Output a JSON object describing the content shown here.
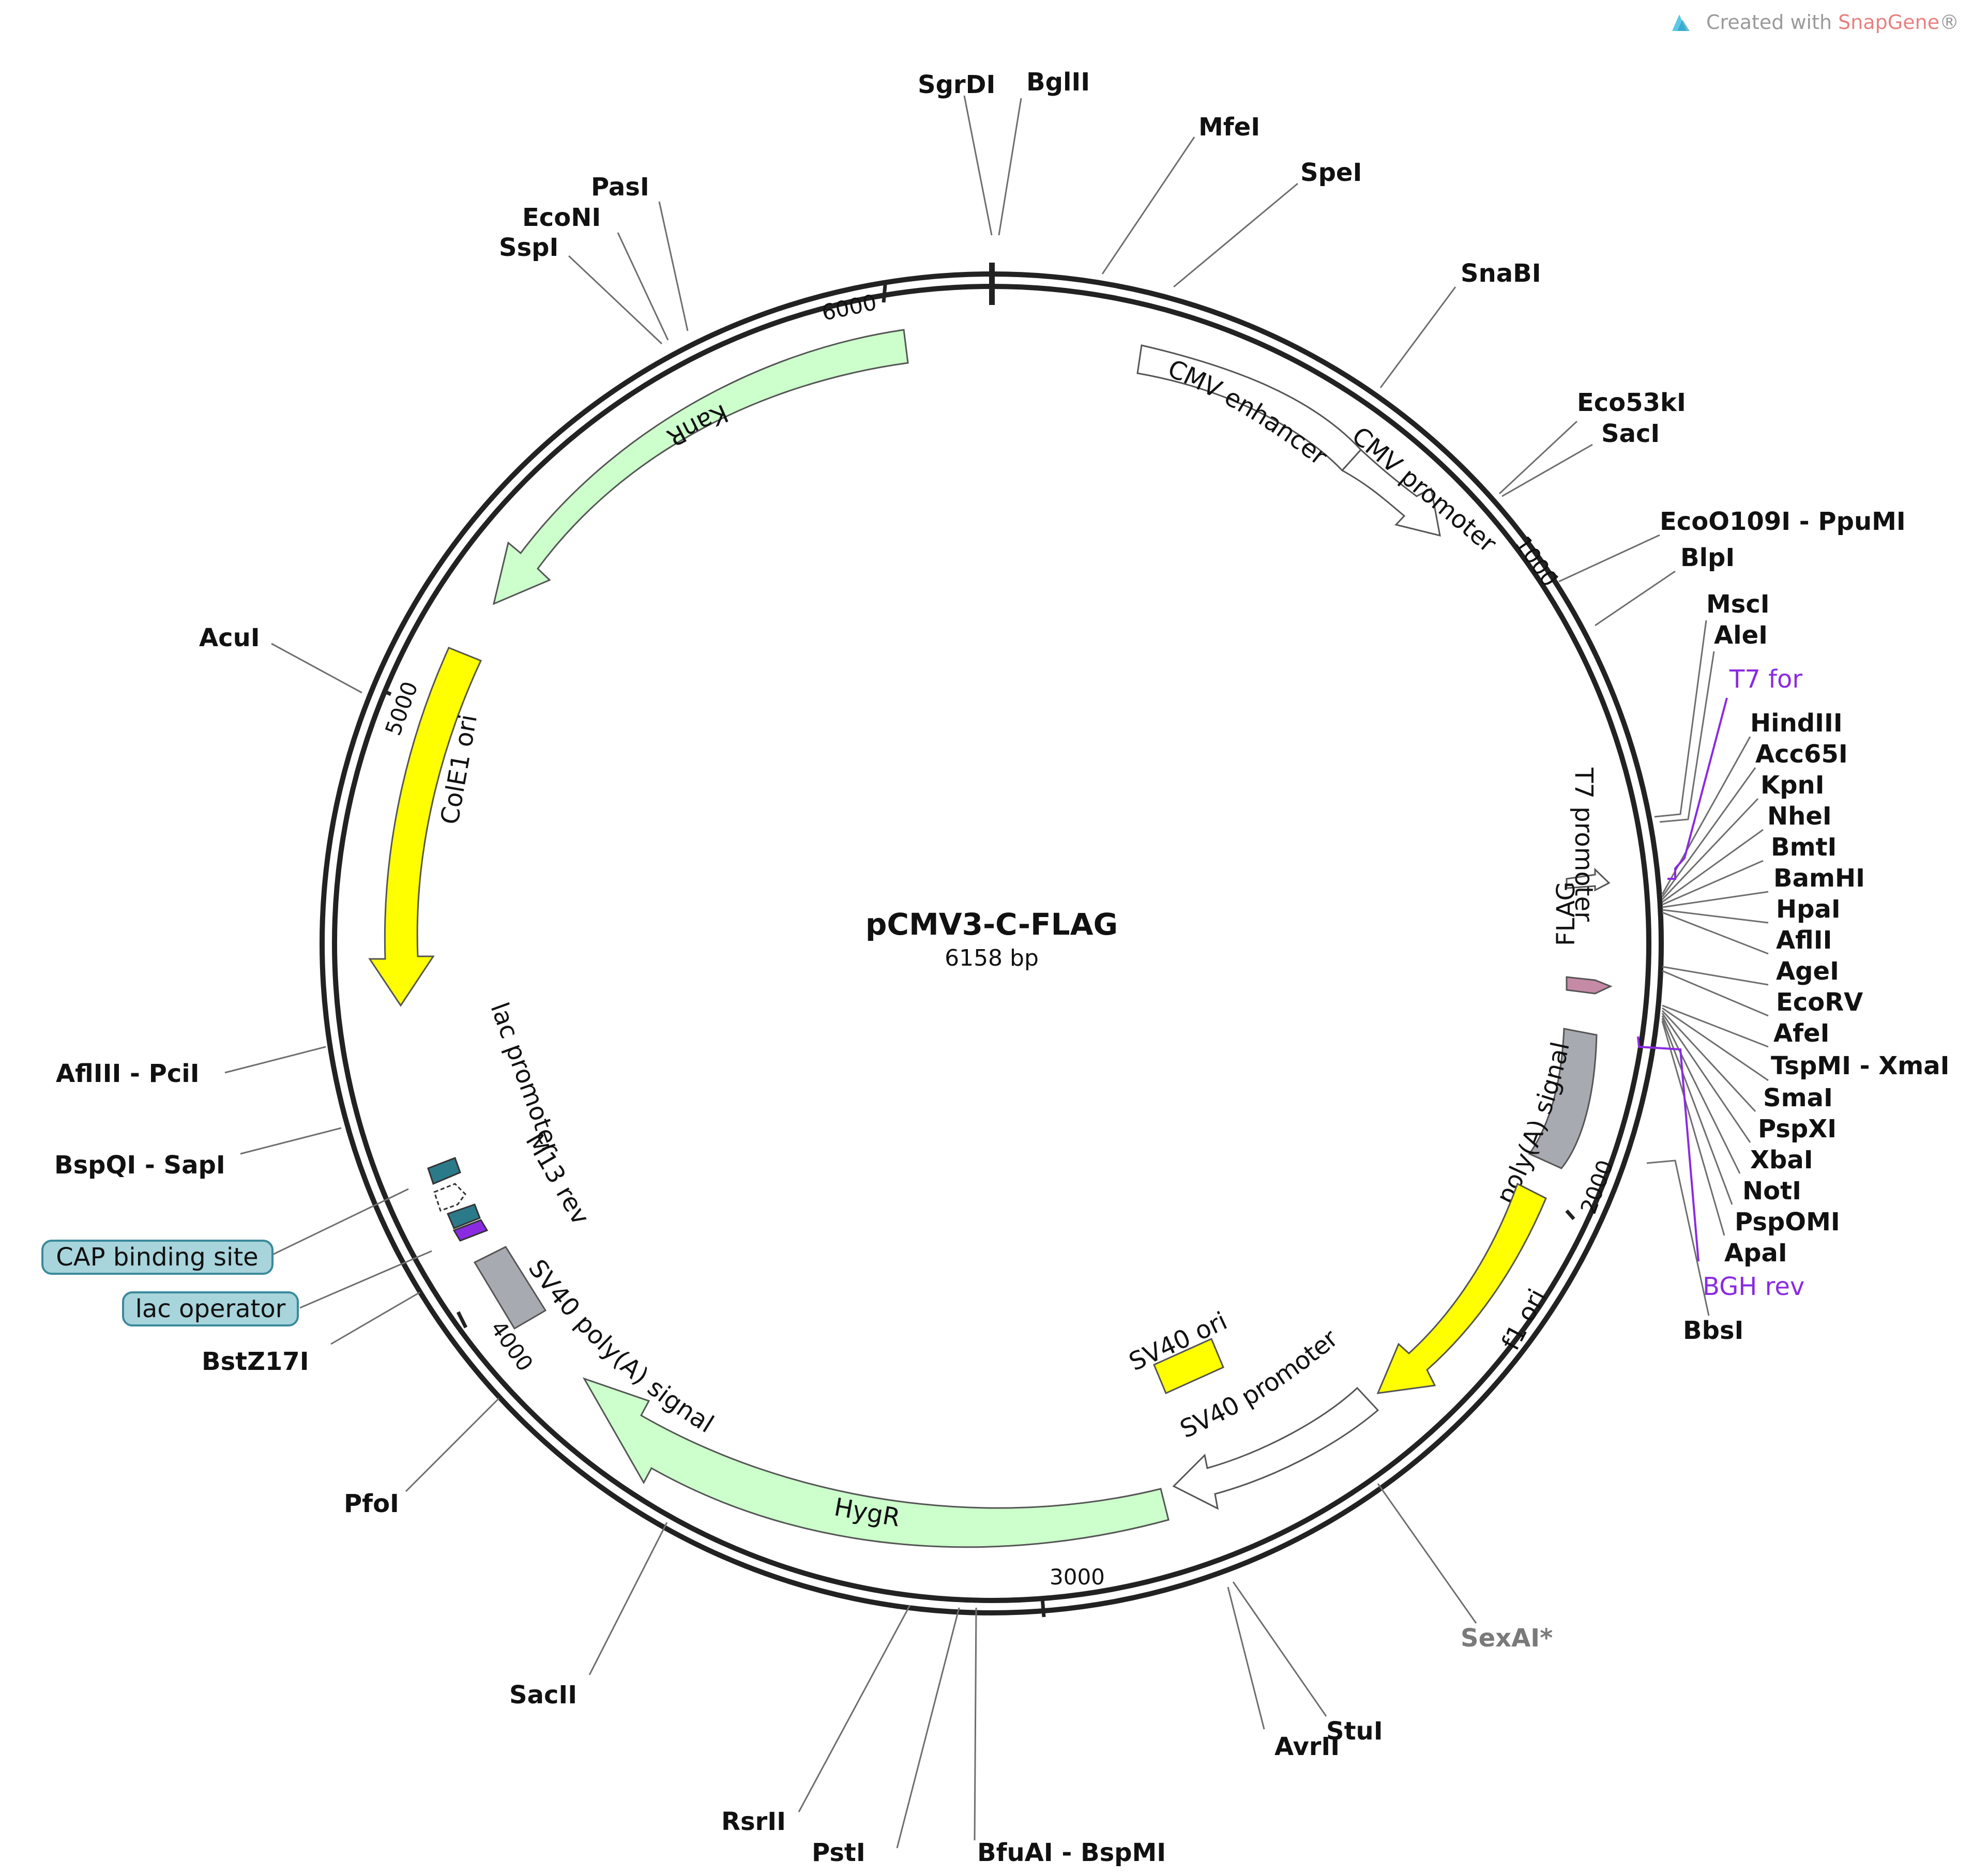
{
  "credit": {
    "prefix": "Created with ",
    "brand": "SnapGene",
    "suffix": "®"
  },
  "plasmid": {
    "name": "pCMV3-C-FLAG",
    "length_label": "6158 bp"
  },
  "colors": {
    "backbone": "#222222",
    "kanr": "#ccffcc",
    "ori": "#ffff00",
    "polya": "#a7aab0",
    "flag": "#c58aa6",
    "lac_operator": "#2b7a8a",
    "primer": "#8a2be2",
    "misc_box": "#a8d4dc",
    "promoter": "#ffffff"
  },
  "ticks": [
    {
      "label": "1000"
    },
    {
      "label": "2000"
    },
    {
      "label": "3000"
    },
    {
      "label": "4000"
    },
    {
      "label": "5000"
    },
    {
      "label": "6000"
    }
  ],
  "features": [
    {
      "label": "CMV enhancer",
      "kind": "promoter"
    },
    {
      "label": "CMV promoter",
      "kind": "promoter"
    },
    {
      "label": "T7 promoter",
      "kind": "promoter"
    },
    {
      "label": "FLAG",
      "kind": "tag"
    },
    {
      "label": "poly(A) signal",
      "kind": "polya"
    },
    {
      "label": "f1 ori",
      "kind": "ori"
    },
    {
      "label": "SV40 promoter",
      "kind": "promoter"
    },
    {
      "label": "SV40 ori",
      "kind": "ori"
    },
    {
      "label": "HygR",
      "kind": "cds"
    },
    {
      "label": "SV40 poly(A) signal",
      "kind": "polya"
    },
    {
      "label": "M13 rev",
      "kind": "primer-bind"
    },
    {
      "label": "lac promoter",
      "kind": "promoter"
    },
    {
      "label": "ColE1 ori",
      "kind": "ori"
    },
    {
      "label": "KanR",
      "kind": "cds"
    }
  ],
  "sites": [
    {
      "label": "SgrDI"
    },
    {
      "label": "BglII"
    },
    {
      "label": "MfeI"
    },
    {
      "label": "SpeI"
    },
    {
      "label": "SnaBI"
    },
    {
      "label": "Eco53kI"
    },
    {
      "label": "SacI"
    },
    {
      "label": "EcoO109I - PpuMI"
    },
    {
      "label": "BlpI"
    },
    {
      "label": "MscI"
    },
    {
      "label": "AleI"
    },
    {
      "label": "HindIII"
    },
    {
      "label": "Acc65I"
    },
    {
      "label": "KpnI"
    },
    {
      "label": "NheI"
    },
    {
      "label": "BmtI"
    },
    {
      "label": "BamHI"
    },
    {
      "label": "HpaI"
    },
    {
      "label": "AflII"
    },
    {
      "label": "AgeI"
    },
    {
      "label": "EcoRV"
    },
    {
      "label": "AfeI"
    },
    {
      "label": "TspMI - XmaI"
    },
    {
      "label": "SmaI"
    },
    {
      "label": "PspXI"
    },
    {
      "label": "XbaI"
    },
    {
      "label": "NotI"
    },
    {
      "label": "PspOMI"
    },
    {
      "label": "ApaI"
    },
    {
      "label": "BbsI"
    },
    {
      "label": "SexAI*"
    },
    {
      "label": "StuI"
    },
    {
      "label": "AvrII"
    },
    {
      "label": "BfuAI - BspMI"
    },
    {
      "label": "PstI"
    },
    {
      "label": "RsrII"
    },
    {
      "label": "SacII"
    },
    {
      "label": "PfoI"
    },
    {
      "label": "BstZ17I"
    },
    {
      "label": "BspQI - SapI"
    },
    {
      "label": "AflIII - PciI"
    },
    {
      "label": "AcuI"
    },
    {
      "label": "SspI"
    },
    {
      "label": "EcoNI"
    },
    {
      "label": "PasI"
    }
  ],
  "primers": [
    {
      "label": "T7 for"
    },
    {
      "label": "BGH rev"
    }
  ],
  "misc_boxes": [
    {
      "label": "CAP binding site"
    },
    {
      "label": "lac operator"
    }
  ]
}
